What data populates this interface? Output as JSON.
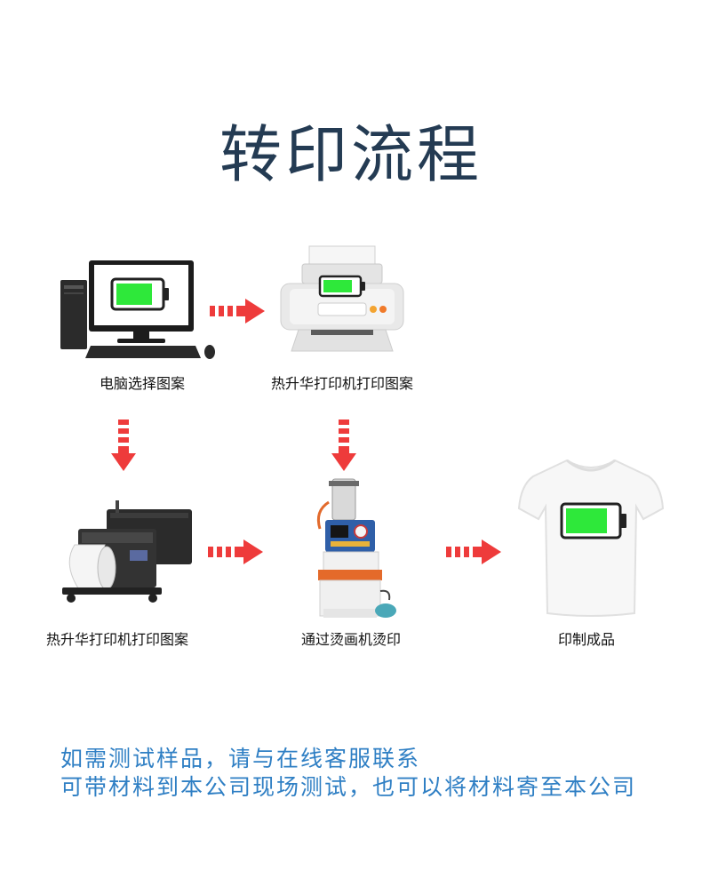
{
  "title": "转印流程",
  "steps": [
    {
      "label": "电脑选择图案"
    },
    {
      "label": "热升华打印机打印图案"
    },
    {
      "label": "热升华打印机打印图案"
    },
    {
      "label": "通过烫画机烫印"
    },
    {
      "label": "印制成品"
    }
  ],
  "notes": [
    "如需测试样品，请与在线客服联系",
    "可带材料到本公司现场测试，也可以将材料寄至本公司"
  ],
  "colors": {
    "title": "#243b53",
    "arrow": "#ee3b3b",
    "battery_fill": "#2ee83a",
    "note": "#2f7fc4"
  },
  "icons": [
    "computer-icon",
    "printer-icon",
    "dtf-printer-icon",
    "heat-press-icon",
    "tshirt-icon",
    "battery-icon",
    "arrow-right-icon",
    "arrow-down-icon"
  ]
}
